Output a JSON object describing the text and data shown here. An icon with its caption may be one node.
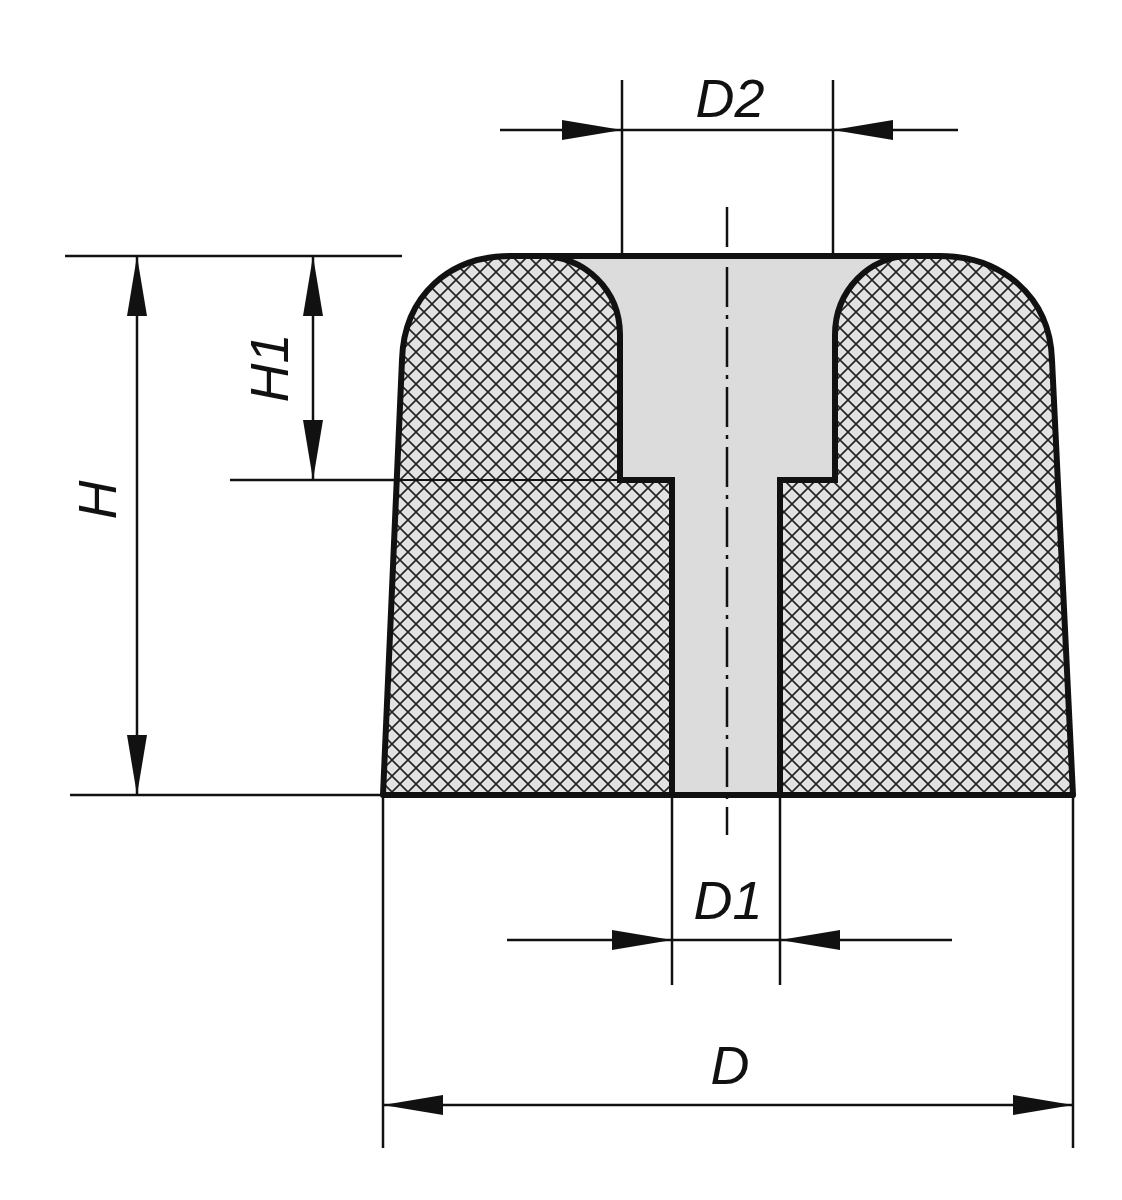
{
  "diagram": {
    "labels": [
      "D2",
      "H1",
      "H",
      "D1",
      "D"
    ]
  }
}
